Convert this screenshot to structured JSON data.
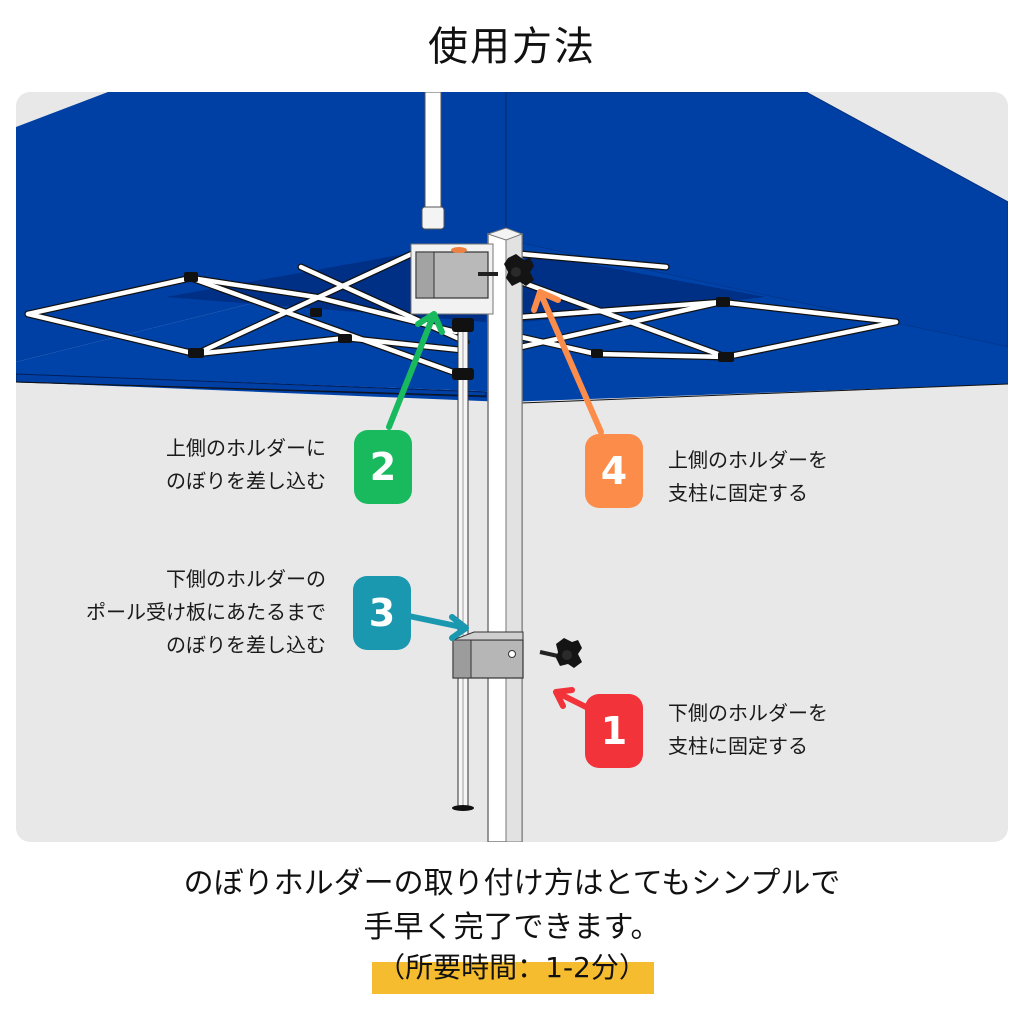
{
  "page": {
    "title": "使用方法"
  },
  "illustration": {
    "description": "Blue pop-up canopy corner with flag pole holders mounted on leg",
    "colors": {
      "canopy_blue": "#0040a4",
      "canopy_shadow": "#002f86",
      "frame": "#ffffff",
      "panel_bg": "#e8e8e8",
      "holder_metal": "#b8b8b8",
      "knob": "#1a1a1a"
    }
  },
  "steps": [
    {
      "number": "1",
      "color": "#f2333a",
      "lines": [
        "下側のホルダーを",
        "支柱に固定する"
      ]
    },
    {
      "number": "2",
      "color": "#19b95e",
      "lines": [
        "上側のホルダーに",
        "のぼりを差し込む"
      ]
    },
    {
      "number": "3",
      "color": "#1a98b0",
      "lines": [
        "下側のホルダーの",
        "ポール受け板にあたるまで",
        "のぼりを差し込む"
      ]
    },
    {
      "number": "4",
      "color": "#fb8c4a",
      "lines": [
        "上側のホルダーを",
        "支柱に固定する"
      ]
    }
  ],
  "footer": {
    "line1": "のぼりホルダーの取り付け方はとてもシンプルで",
    "line2": "手早く完了できます。",
    "duration": "（所要時間：1-2分）",
    "highlight_color": "#f6bc2f"
  }
}
